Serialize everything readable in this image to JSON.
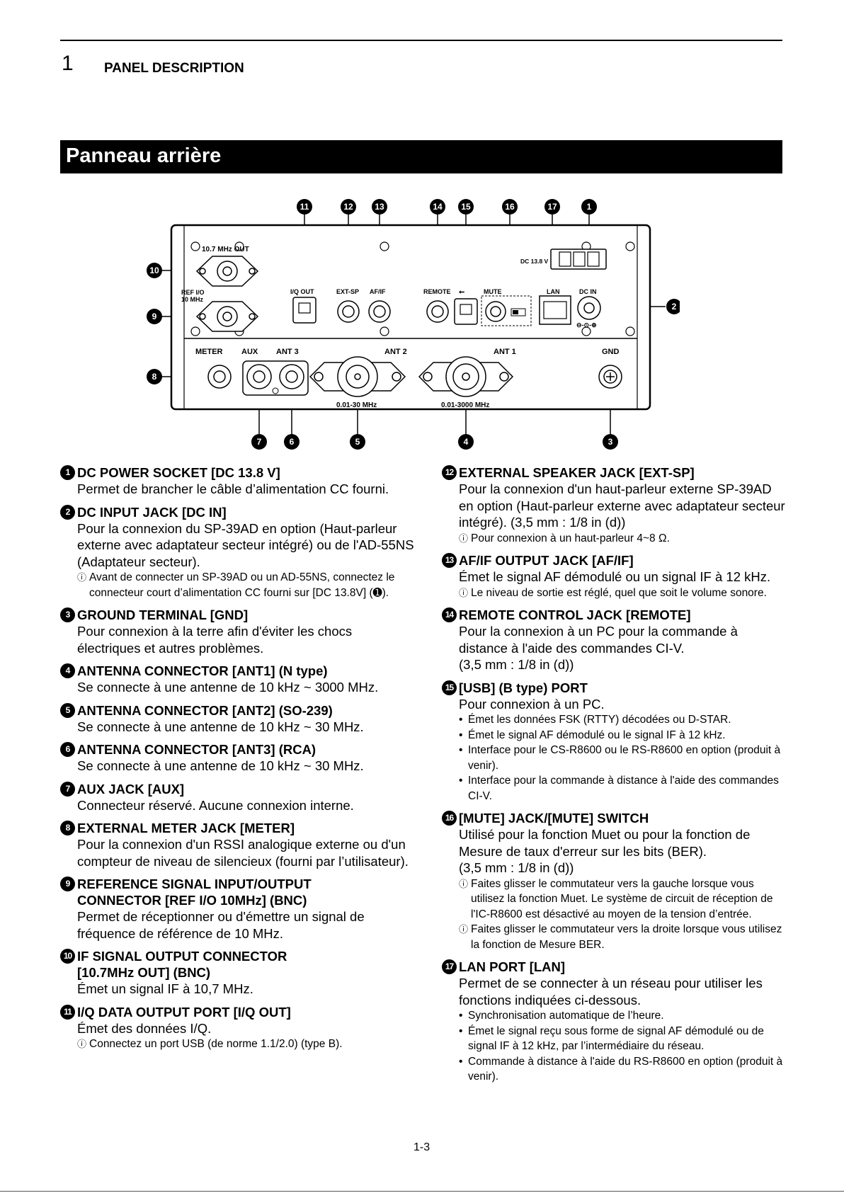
{
  "header": {
    "chapter_number": "1",
    "chapter_title": "PANEL DESCRIPTION"
  },
  "section": {
    "title": "Panneau arrière"
  },
  "diagram": {
    "callout_numbers": [
      "1",
      "2",
      "3",
      "4",
      "5",
      "6",
      "7",
      "8",
      "9",
      "10",
      "11",
      "12",
      "13",
      "14",
      "15",
      "16",
      "17"
    ],
    "labels": {
      "ref_out": "10.7 MHz OUT",
      "ref_io_1": "REF I/O",
      "ref_io_2": "10 MHz",
      "iq_out": "I/Q OUT",
      "ext_sp": "EXT-SP",
      "af_if": "AF/IF",
      "remote": "REMOTE",
      "mute": "MUTE",
      "lan": "LAN",
      "dc_in": "DC IN",
      "dc_13_8": "DC 13.8 V",
      "meter": "METER",
      "aux": "AUX",
      "ant3": "ANT 3",
      "ant2": "ANT 2",
      "ant1": "ANT 1",
      "gnd": "GND",
      "ant2_freq": "0.01-30 MHz",
      "ant1_freq": "0.01-3000 MHz",
      "polarity": "⊖-⊙-⊕"
    }
  },
  "left_items": [
    {
      "num": "1",
      "head": [
        "DC POWER SOCKET [DC 13.8 V]"
      ],
      "body": [
        "Permet de brancher le câble d’alimentation CC fourni."
      ],
      "notes": []
    },
    {
      "num": "2",
      "head": [
        "DC INPUT JACK [DC IN]"
      ],
      "body": [
        "Pour la connexion du SP-39AD en option (Haut-parleur externe avec adaptateur secteur intégré) ou de l'AD-55NS (Adaptateur secteur)."
      ],
      "notes": [
        "Avant de connecter un SP-39AD ou un AD-55NS, connectez le connecteur court d’alimentation CC fourni sur [DC 13.8V] (➊)."
      ]
    },
    {
      "num": "3",
      "head": [
        "GROUND TERMINAL [GND]"
      ],
      "body": [
        "Pour connexion à la terre afin d'éviter les chocs électriques et autres problèmes."
      ],
      "notes": []
    },
    {
      "num": "4",
      "head": [
        "ANTENNA CONNECTOR [ANT1] (N type)"
      ],
      "body": [
        "Se connecte à une antenne de 10 kHz ~ 3000 MHz."
      ],
      "notes": []
    },
    {
      "num": "5",
      "head": [
        "ANTENNA CONNECTOR [ANT2] (SO-239)"
      ],
      "body": [
        "Se connecte à une antenne de 10 kHz ~ 30 MHz."
      ],
      "notes": []
    },
    {
      "num": "6",
      "head": [
        "ANTENNA CONNECTOR [ANT3] (RCA)"
      ],
      "body": [
        "Se connecte à une antenne de 10 kHz ~ 30 MHz."
      ],
      "notes": []
    },
    {
      "num": "7",
      "head": [
        "AUX JACK [AUX]"
      ],
      "body": [
        "Connecteur réservé. Aucune connexion interne."
      ],
      "notes": []
    },
    {
      "num": "8",
      "head": [
        "EXTERNAL METER JACK [METER]"
      ],
      "body": [
        "Pour la connexion d'un RSSI analogique externe ou d'un compteur de niveau de silencieux (fourni par l’utilisateur)."
      ],
      "notes": []
    },
    {
      "num": "9",
      "head": [
        "REFERENCE SIGNAL INPUT/OUTPUT",
        "CONNECTOR [REF I/O 10MHz] (BNC)"
      ],
      "body": [
        "Permet de réceptionner ou d'émettre un signal de fréquence de référence de 10 MHz."
      ],
      "notes": []
    },
    {
      "num": "10",
      "head": [
        "IF SIGNAL OUTPUT CONNECTOR",
        "[10.7MHz OUT] (BNC)"
      ],
      "body": [
        "Émet un signal IF à 10,7 MHz."
      ],
      "notes": []
    },
    {
      "num": "11",
      "head": [
        "I/Q DATA OUTPUT PORT [I/Q OUT]"
      ],
      "body": [
        "Émet des données I/Q."
      ],
      "notes": [
        "Connectez un port USB (de norme 1.1/2.0) (type B)."
      ]
    }
  ],
  "right_items": [
    {
      "num": "12",
      "head": [
        "EXTERNAL SPEAKER JACK [EXT-SP]"
      ],
      "body": [
        "Pour la connexion d'un haut-parleur externe SP-39AD en option (Haut-parleur externe avec adaptateur secteur intégré). (3,5 mm : 1/8 in (d))"
      ],
      "notes": [
        "Pour connexion à un haut-parleur 4~8 Ω."
      ],
      "bullets": []
    },
    {
      "num": "13",
      "head": [
        "AF/IF OUTPUT JACK  [AF/IF]"
      ],
      "body": [
        "Émet le signal AF démodulé ou un signal IF à 12 kHz."
      ],
      "notes": [
        "Le niveau de sortie est réglé, quel que soit le volume sonore."
      ],
      "bullets": []
    },
    {
      "num": "14",
      "head": [
        "REMOTE CONTROL JACK [REMOTE]"
      ],
      "body": [
        "Pour la connexion à un PC pour la commande à distance à l'aide des commandes CI-V.",
        "(3,5 mm : 1/8 in (d))"
      ],
      "notes": [],
      "bullets": []
    },
    {
      "num": "15",
      "head": [
        " [USB] (B type) PORT"
      ],
      "body": [
        "Pour connexion à un PC."
      ],
      "notes": [],
      "bullets": [
        "Émet les données FSK (RTTY) décodées ou D-STAR.",
        "Émet le signal AF démodulé ou le signal IF à 12 kHz.",
        "Interface pour le CS-R8600 ou le RS-R8600 en option (produit à venir).",
        "Interface pour la commande à distance à l'aide des commandes CI-V."
      ]
    },
    {
      "num": "16",
      "head": [
        "[MUTE] JACK/[MUTE] SWITCH"
      ],
      "body": [
        "Utilisé pour la fonction Muet ou pour la fonction de Mesure de taux d'erreur sur les bits (BER).",
        "(3,5 mm : 1/8 in (d))"
      ],
      "notes": [
        "Faites glisser le commutateur vers la gauche lorsque vous utilisez la fonction Muet. Le système de circuit de réception de l'IC-R8600 est désactivé au moyen de la tension d’entrée.",
        "Faites glisser le commutateur vers la droite lorsque vous utilisez la fonction de Mesure BER."
      ],
      "bullets": []
    },
    {
      "num": "17",
      "head": [
        "LAN PORT [LAN]"
      ],
      "body": [
        "Permet de se connecter à un réseau pour utiliser les fonctions indiquées ci-dessous."
      ],
      "notes": [],
      "bullets": [
        "Synchronisation automatique de l’heure.",
        "Émet le signal reçu sous forme de signal AF démodulé ou de signal IF à 12 kHz, par l’intermédiaire du réseau.",
        "Commande à distance à l'aide du RS-R8600 en option (produit à venir)."
      ]
    }
  ],
  "footer": {
    "page_number": "1-3"
  }
}
